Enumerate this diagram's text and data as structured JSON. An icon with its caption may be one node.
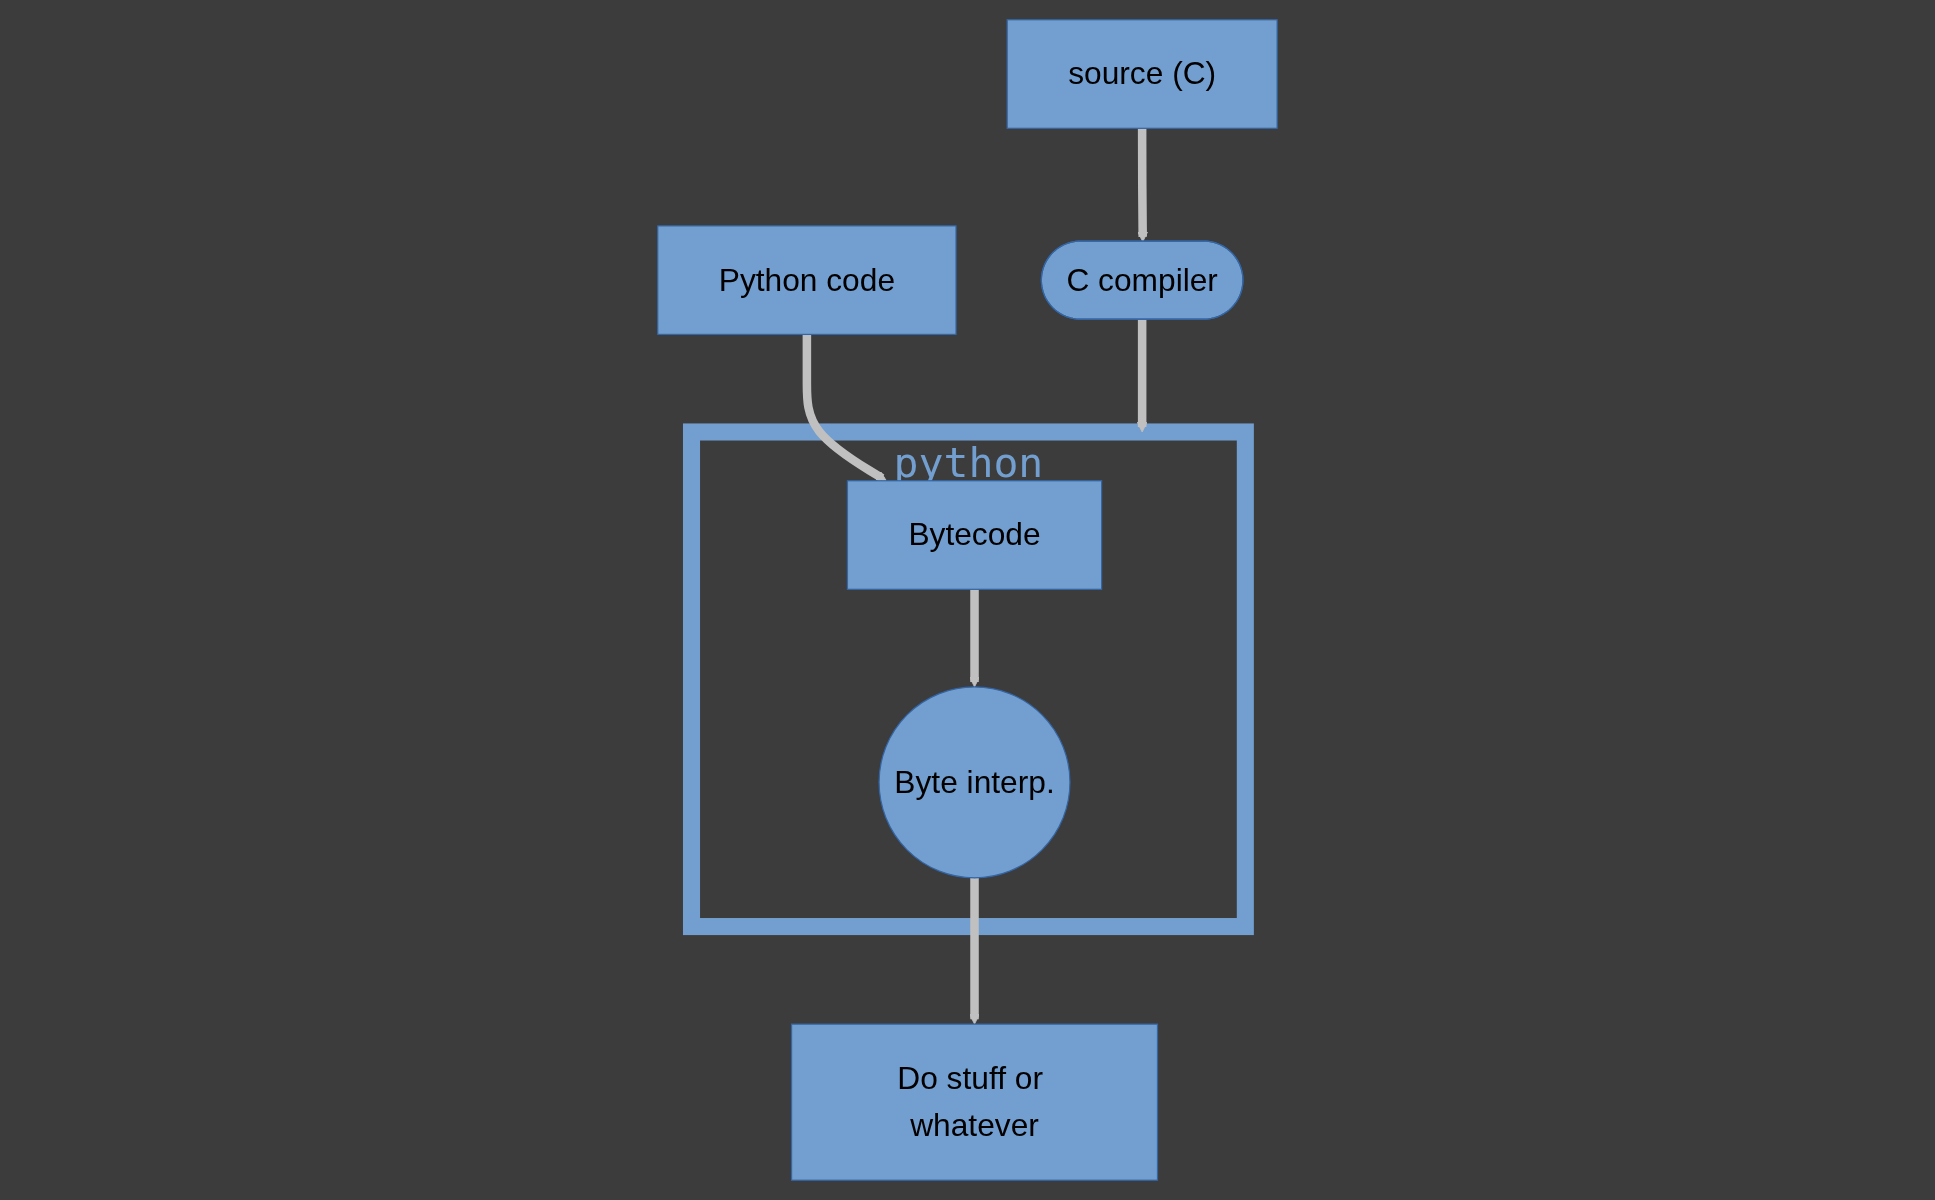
{
  "diagram": {
    "nodes": [
      {
        "text": [
          "source (C)"
        ]
      },
      {
        "text": [
          "C compiler"
        ]
      },
      {
        "text": [
          "python"
        ]
      },
      {
        "text": [
          "Python code"
        ]
      },
      {
        "text": [
          "Bytecode"
        ],
        "in": 2
      },
      {
        "text": [
          "Byte interp."
        ],
        "in": 2
      },
      {
        "text": [
          "Do stuff or whatever"
        ]
      }
    ],
    "edges": [
      {
        "from": 0,
        "to": 1,
        "arrow": "to"
      },
      {
        "from": 1,
        "to": 2,
        "arrow": "to"
      },
      {
        "from": 3,
        "to": 4,
        "arrow": "to"
      },
      {
        "from": 4,
        "to": 5,
        "arrow": "to"
      },
      {
        "from": 5,
        "to": 6,
        "arrow": "to"
      }
    ]
  }
}
